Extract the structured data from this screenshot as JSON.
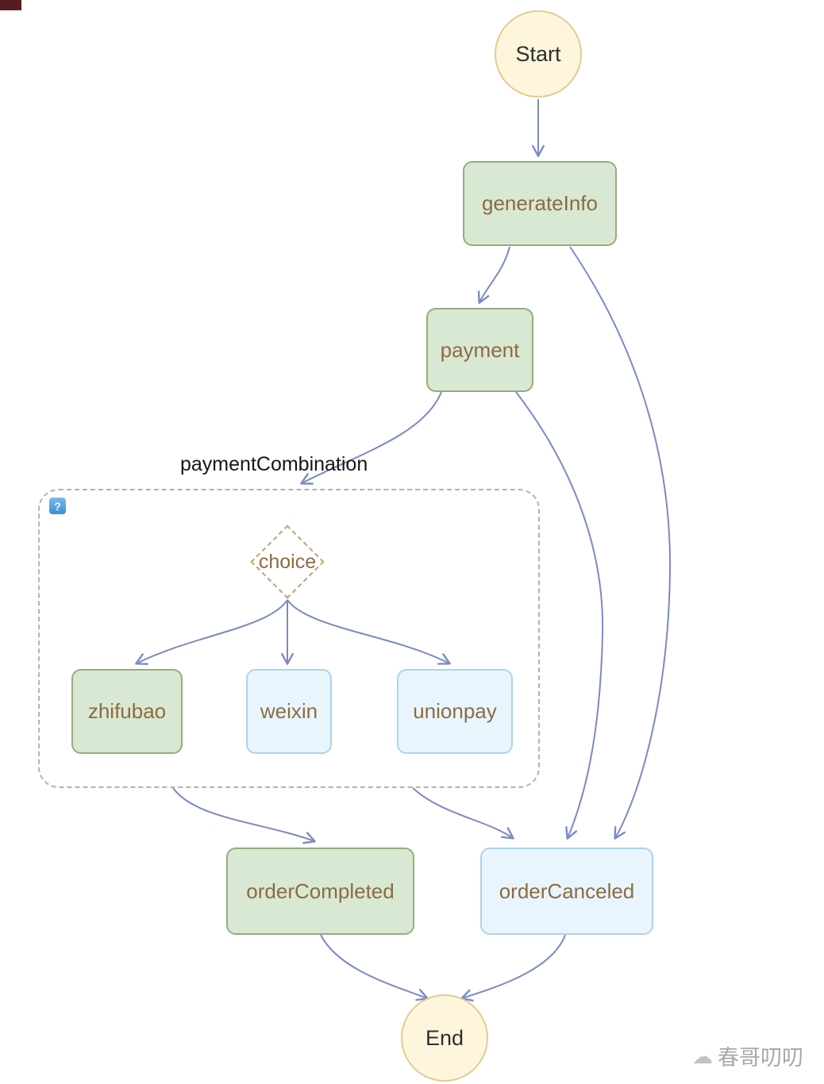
{
  "diagram": {
    "type": "flowchart",
    "nodes": {
      "start": {
        "label": "Start",
        "shape": "circle"
      },
      "generateInfo": {
        "label": "generateInfo",
        "shape": "rounded-rect",
        "style": "green"
      },
      "payment": {
        "label": "payment",
        "shape": "rounded-rect",
        "style": "green"
      },
      "paymentCombination": {
        "label": "paymentCombination",
        "shape": "dashed-group"
      },
      "choice": {
        "label": "choice",
        "shape": "diamond"
      },
      "zhifubao": {
        "label": "zhifubao",
        "shape": "rounded-rect",
        "style": "green"
      },
      "weixin": {
        "label": "weixin",
        "shape": "rounded-rect",
        "style": "blue"
      },
      "unionpay": {
        "label": "unionpay",
        "shape": "rounded-rect",
        "style": "blue"
      },
      "orderCompleted": {
        "label": "orderCompleted",
        "shape": "rounded-rect",
        "style": "green"
      },
      "orderCanceled": {
        "label": "orderCanceled",
        "shape": "rounded-rect",
        "style": "blue"
      },
      "end": {
        "label": "End",
        "shape": "circle"
      }
    },
    "group": {
      "help_icon": "?"
    },
    "edges": [
      {
        "from": "start",
        "to": "generateInfo"
      },
      {
        "from": "generateInfo",
        "to": "payment"
      },
      {
        "from": "generateInfo",
        "to": "orderCanceled"
      },
      {
        "from": "payment",
        "to": "paymentCombination"
      },
      {
        "from": "payment",
        "to": "orderCanceled"
      },
      {
        "from": "choice",
        "to": "zhifubao"
      },
      {
        "from": "choice",
        "to": "weixin"
      },
      {
        "from": "choice",
        "to": "unionpay"
      },
      {
        "from": "paymentCombination",
        "to": "orderCompleted"
      },
      {
        "from": "paymentCombination",
        "to": "orderCanceled"
      },
      {
        "from": "orderCompleted",
        "to": "end"
      },
      {
        "from": "orderCanceled",
        "to": "end"
      }
    ],
    "colors": {
      "edge": "#7b8ac4",
      "green-fill": "#d9e8d2",
      "green-stroke": "#93ae7e",
      "blue-fill": "#e9f5fd",
      "blue-stroke": "#acd3ee",
      "circle-fill": "#fdf5dc",
      "circle-stroke": "#e2cb92",
      "node-text": "#8b6c42",
      "group-stroke": "#b3b3b3",
      "diamond-stroke": "#bfa470"
    }
  },
  "watermark": {
    "logo": "☁",
    "text": "春哥叨叨"
  }
}
